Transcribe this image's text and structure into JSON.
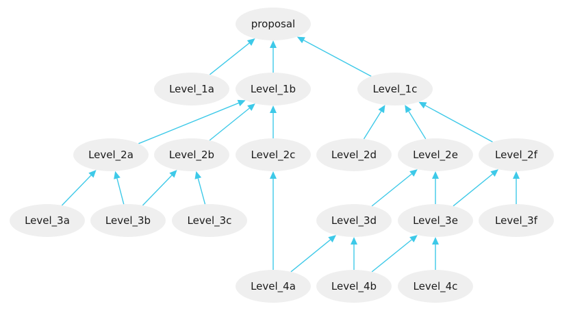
{
  "diagram": {
    "nodes": [
      {
        "id": "proposal",
        "label": "proposal"
      },
      {
        "id": "Level_1a",
        "label": "Level_1a"
      },
      {
        "id": "Level_1b",
        "label": "Level_1b"
      },
      {
        "id": "Level_1c",
        "label": "Level_1c"
      },
      {
        "id": "Level_2a",
        "label": "Level_2a"
      },
      {
        "id": "Level_2b",
        "label": "Level_2b"
      },
      {
        "id": "Level_2c",
        "label": "Level_2c"
      },
      {
        "id": "Level_2d",
        "label": "Level_2d"
      },
      {
        "id": "Level_2e",
        "label": "Level_2e"
      },
      {
        "id": "Level_2f",
        "label": "Level_2f"
      },
      {
        "id": "Level_3a",
        "label": "Level_3a"
      },
      {
        "id": "Level_3b",
        "label": "Level_3b"
      },
      {
        "id": "Level_3c",
        "label": "Level_3c"
      },
      {
        "id": "Level_3d",
        "label": "Level_3d"
      },
      {
        "id": "Level_3e",
        "label": "Level_3e"
      },
      {
        "id": "Level_3f",
        "label": "Level_3f"
      },
      {
        "id": "Level_4a",
        "label": "Level_4a"
      },
      {
        "id": "Level_4b",
        "label": "Level_4b"
      },
      {
        "id": "Level_4c",
        "label": "Level_4c"
      }
    ],
    "edges": [
      {
        "from": "Level_1a",
        "to": "proposal"
      },
      {
        "from": "Level_1b",
        "to": "proposal"
      },
      {
        "from": "Level_1c",
        "to": "proposal"
      },
      {
        "from": "Level_2a",
        "to": "Level_1b"
      },
      {
        "from": "Level_2b",
        "to": "Level_1b"
      },
      {
        "from": "Level_2c",
        "to": "Level_1b"
      },
      {
        "from": "Level_2d",
        "to": "Level_1c"
      },
      {
        "from": "Level_2e",
        "to": "Level_1c"
      },
      {
        "from": "Level_2f",
        "to": "Level_1c"
      },
      {
        "from": "Level_3a",
        "to": "Level_2a"
      },
      {
        "from": "Level_3b",
        "to": "Level_2a"
      },
      {
        "from": "Level_3b",
        "to": "Level_2b"
      },
      {
        "from": "Level_3c",
        "to": "Level_2b"
      },
      {
        "from": "Level_3d",
        "to": "Level_2e"
      },
      {
        "from": "Level_3e",
        "to": "Level_2e"
      },
      {
        "from": "Level_3e",
        "to": "Level_2f"
      },
      {
        "from": "Level_3f",
        "to": "Level_2f"
      },
      {
        "from": "Level_4a",
        "to": "Level_2c"
      },
      {
        "from": "Level_4a",
        "to": "Level_3d"
      },
      {
        "from": "Level_4b",
        "to": "Level_3d"
      },
      {
        "from": "Level_4b",
        "to": "Level_3e"
      },
      {
        "from": "Level_4c",
        "to": "Level_3e"
      }
    ],
    "colors": {
      "node_fill": "#efefef",
      "edge": "#3dc9e8",
      "text": "#1a1a1a"
    }
  }
}
